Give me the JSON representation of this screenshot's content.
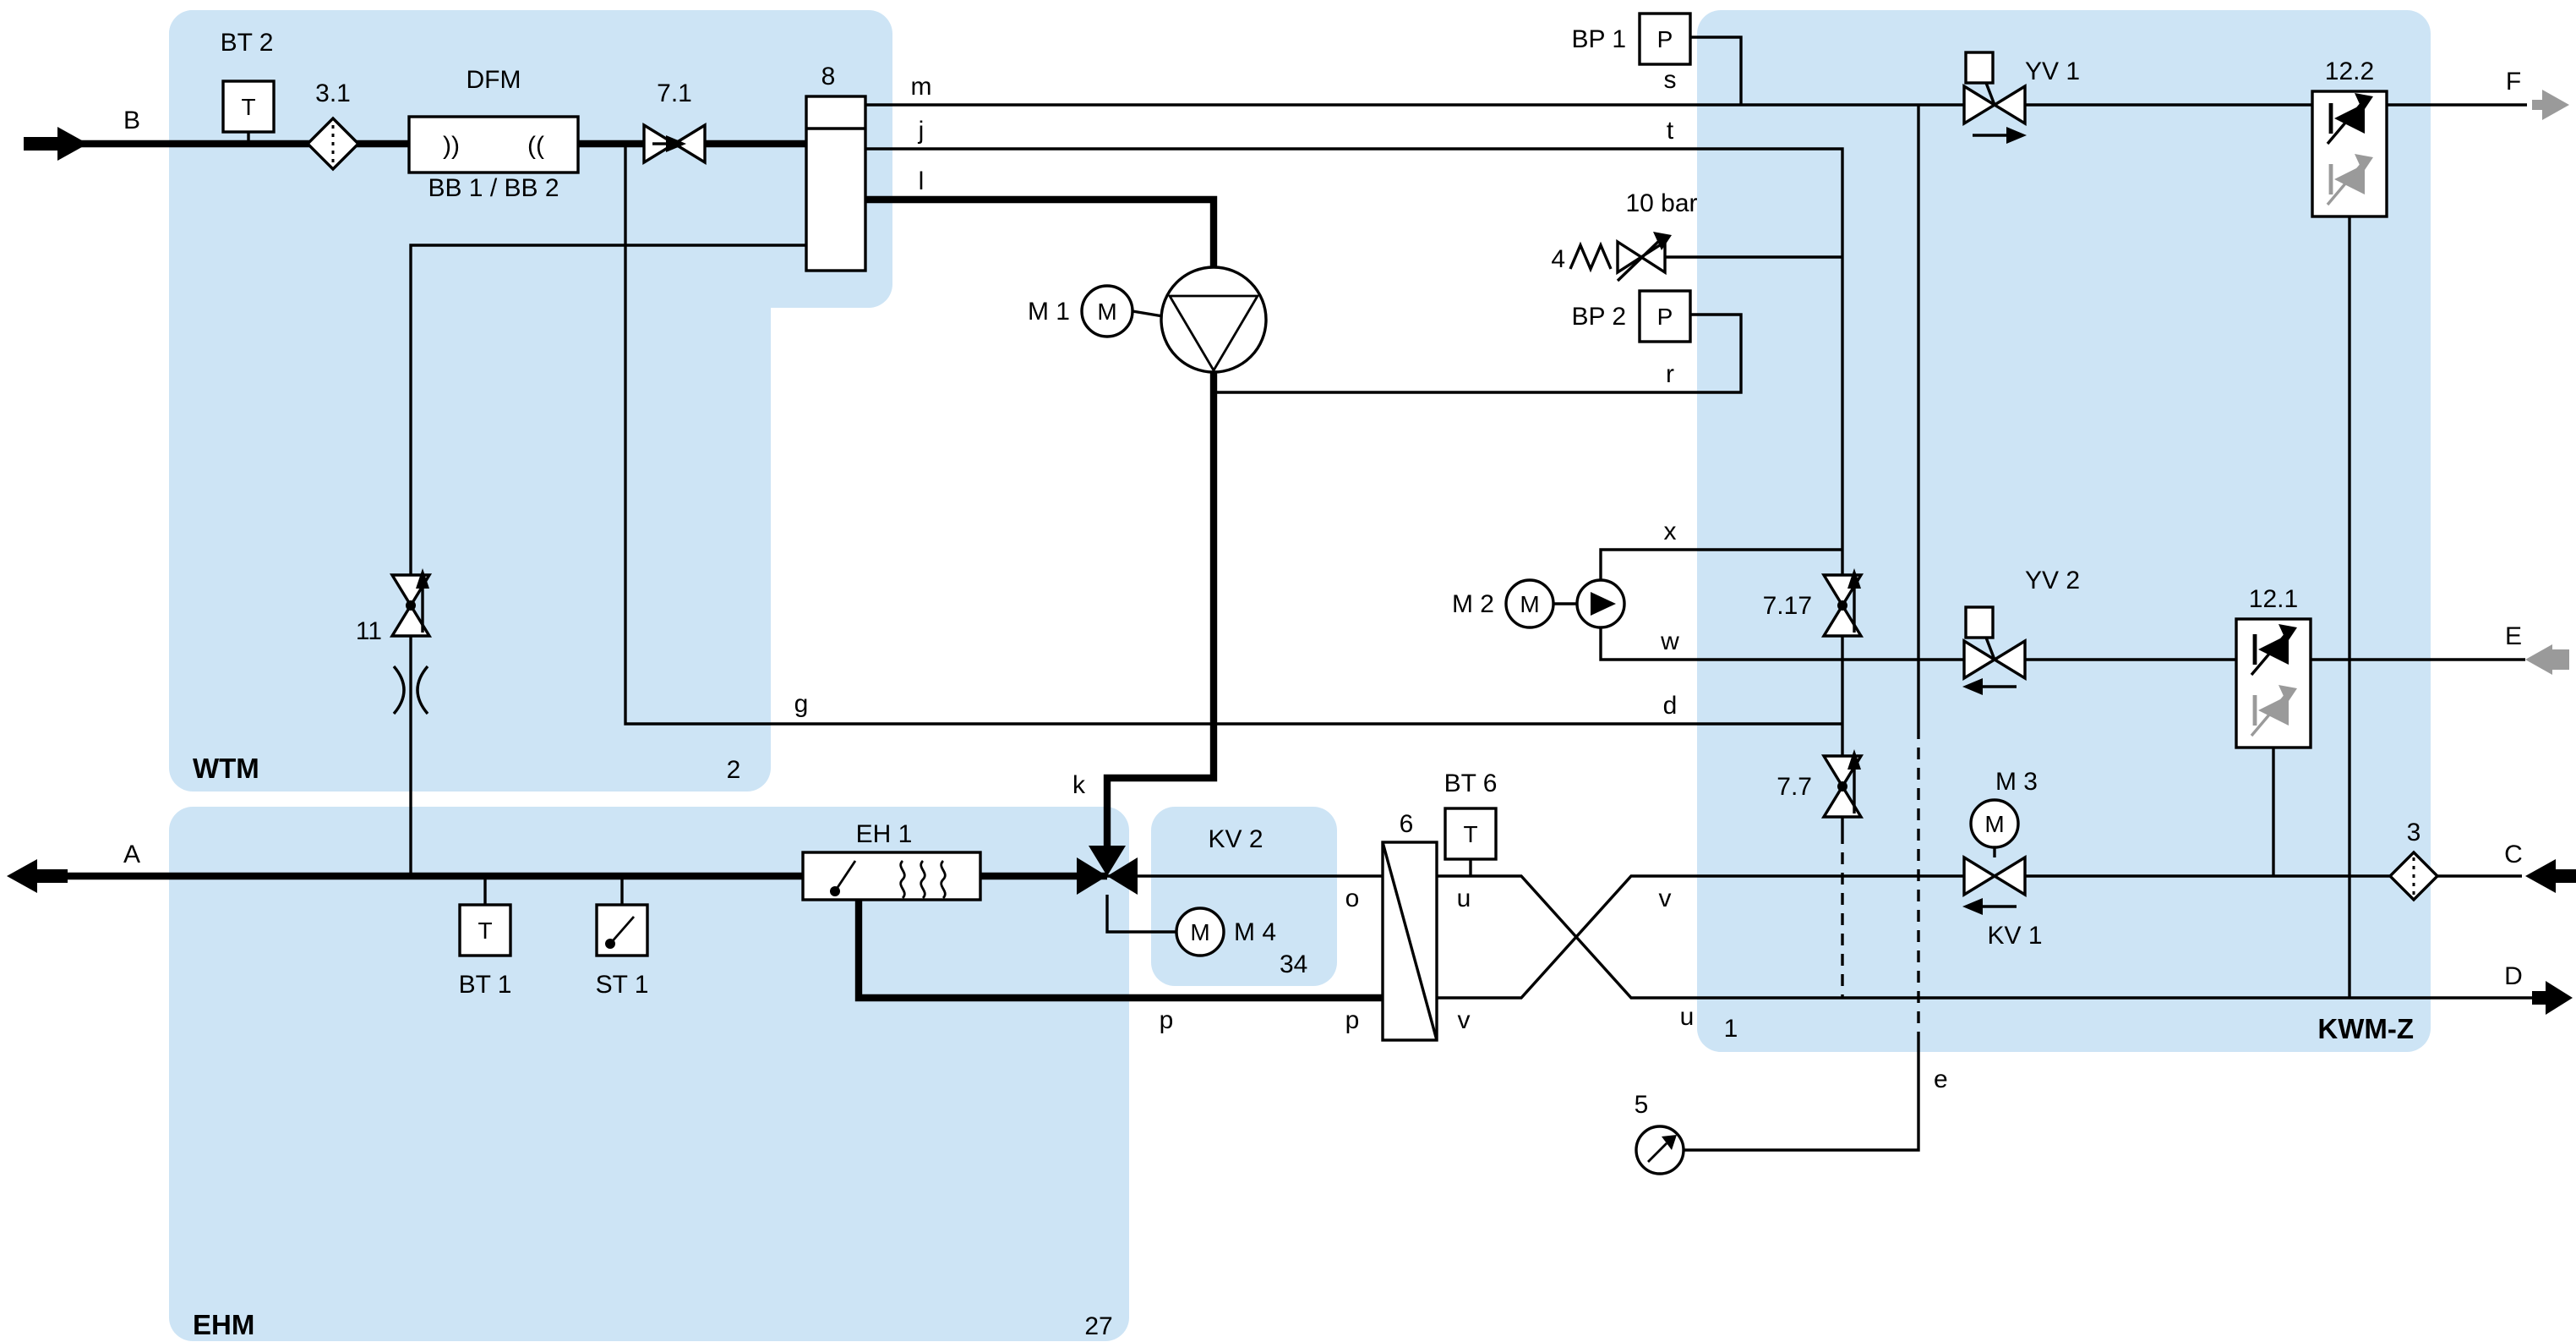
{
  "diagram": {
    "zones": {
      "wtm": {
        "label": "WTM",
        "num": "2"
      },
      "ehm": {
        "label": "EHM",
        "num": "27"
      },
      "kwmz": {
        "label": "KWM-Z",
        "num": "1"
      },
      "kv2zone": {
        "label": "KV 2"
      }
    },
    "instruments": {
      "bt2": {
        "tag": "BT 2",
        "sym": "T"
      },
      "bt1": {
        "tag": "BT 1",
        "sym": "T"
      },
      "bt6": {
        "tag": "BT 6",
        "sym": "T"
      },
      "st1": {
        "tag": "ST 1"
      },
      "bp1": {
        "tag": "BP 1",
        "sym": "P"
      },
      "bp2": {
        "tag": "BP 2",
        "sym": "P"
      },
      "gauge5": {
        "tag": "5"
      }
    },
    "equipment": {
      "filter31": {
        "tag": "3.1"
      },
      "filter3": {
        "tag": "3"
      },
      "dfm": {
        "tag": "DFM",
        "sub": "BB 1 / BB 2",
        "wave_left": "))",
        "wave_right": "(("
      },
      "valve71": {
        "tag": "7.1"
      },
      "vessel8": {
        "tag": "8"
      },
      "m1": {
        "tag": "M 1",
        "sym": "M"
      },
      "m2": {
        "tag": "M 2",
        "sym": "M"
      },
      "m3": {
        "tag": "M 3",
        "sym": "M"
      },
      "m4": {
        "tag": "M 4",
        "sym": "M",
        "num": "34"
      },
      "valve11": {
        "tag": "11"
      },
      "valve717": {
        "tag": "7.17"
      },
      "valve77": {
        "tag": "7.7"
      },
      "relief4": {
        "tag": "4",
        "pressure": "10 bar"
      },
      "yv1": {
        "tag": "YV 1"
      },
      "yv2": {
        "tag": "YV 2"
      },
      "kv1": {
        "tag": "KV 1"
      },
      "block122": {
        "tag": "12.2"
      },
      "block121": {
        "tag": "12.1"
      },
      "hx6": {
        "tag": "6"
      },
      "eh1": {
        "tag": "EH 1"
      }
    },
    "ports": {
      "A": "A",
      "B": "B",
      "C": "C",
      "D": "D",
      "E": "E",
      "F": "F",
      "m": "m",
      "j": "j",
      "l": "l",
      "s": "s",
      "t": "t",
      "r": "r",
      "g": "g",
      "d": "d",
      "x": "x",
      "w": "w",
      "k": "k",
      "e": "e",
      "o": "o",
      "p1": "p",
      "p2": "p",
      "u1": "u",
      "u2": "u",
      "v1": "v",
      "v2": "v"
    },
    "colors": {
      "zone_fill": "#cde4f5",
      "line": "#000000",
      "inactive_gray": "#9a9a9a"
    }
  }
}
